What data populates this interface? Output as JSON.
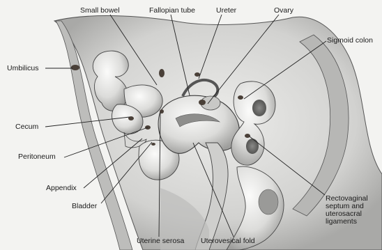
{
  "labels": {
    "small_bowel": "Small bowel",
    "fallopian_tube": "Fallopian tube",
    "ureter": "Ureter",
    "ovary": "Ovary",
    "sigmoid_colon": "Sigmoid colon",
    "umbilicus": "Umbilicus",
    "cecum": "Cecum",
    "peritoneum": "Peritoneum",
    "appendix": "Appendix",
    "bladder": "Bladder",
    "uterine_serosa": "Uterine serosa",
    "uterovesical_fold": "Uterovesical fold",
    "rectovaginal_line1": "Rectovaginal",
    "rectovaginal_line2": "septum and",
    "rectovaginal_line3": "uterosacral",
    "rectovaginal_line4": "ligaments"
  },
  "colors": {
    "background": "#f3f3f1",
    "tissue_light": "#e4e4e2",
    "tissue_mid": "#c9c9c7",
    "tissue_dark": "#7a7a78",
    "outline": "#3a3a3a",
    "endometriosis_spots": "#4a4038",
    "label_text": "#1a1a1a"
  }
}
